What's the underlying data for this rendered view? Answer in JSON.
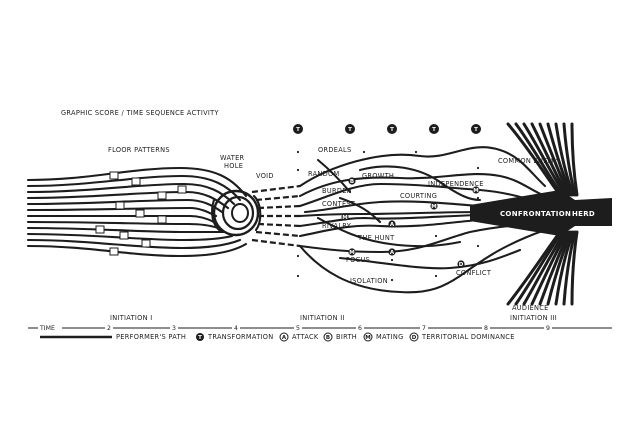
{
  "title": "GRAPHIC SCORE / TIME SEQUENCE ACTIVITY",
  "labels": {
    "floor_patterns": "FLOOR PATTERNS",
    "water_hole_1": "WATER",
    "water_hole_2": "HOLE",
    "void": "VOID",
    "ordeals": "ORDEALS",
    "random": "RANDOM",
    "burden": "BURDEN",
    "growth": "GROWTH",
    "contest": "CONTEST",
    "courting": "COURTING",
    "independence": "INDEPENDENCE",
    "rivalry": "RIVALRY",
    "the_hunt": "THE HUNT",
    "focus": "FOCUS",
    "isolation": "ISOLATION",
    "conflict": "CONFLICT",
    "common_enemy": "COMMON ENEMY",
    "confrontation": "CONFRONTATION",
    "herd": "HERD",
    "audience": "AUDIENCE"
  },
  "phases": [
    "INITIATION I",
    "INITIATION II",
    "INITIATION III"
  ],
  "timeline": {
    "label": "TIME",
    "ticks": [
      "2",
      "3",
      "4",
      "5",
      "6",
      "7",
      "8",
      "9"
    ]
  },
  "legend": {
    "performers_path": "PERFORMER'S PATH",
    "items": [
      {
        "symbol": "T",
        "label": "TRANSFORMATION"
      },
      {
        "symbol": "A",
        "label": "ATTACK"
      },
      {
        "symbol": "B",
        "label": "BIRTH"
      },
      {
        "symbol": "M",
        "label": "MATING"
      },
      {
        "symbol": "D",
        "label": "TERRITORIAL DOMINANCE"
      }
    ]
  },
  "markers": {
    "transformation": "T",
    "attack": "A",
    "birth": "B",
    "mating": "M",
    "dominance": "D"
  },
  "colors": {
    "ink": "#1d1d1d",
    "paper": "#ffffff"
  }
}
